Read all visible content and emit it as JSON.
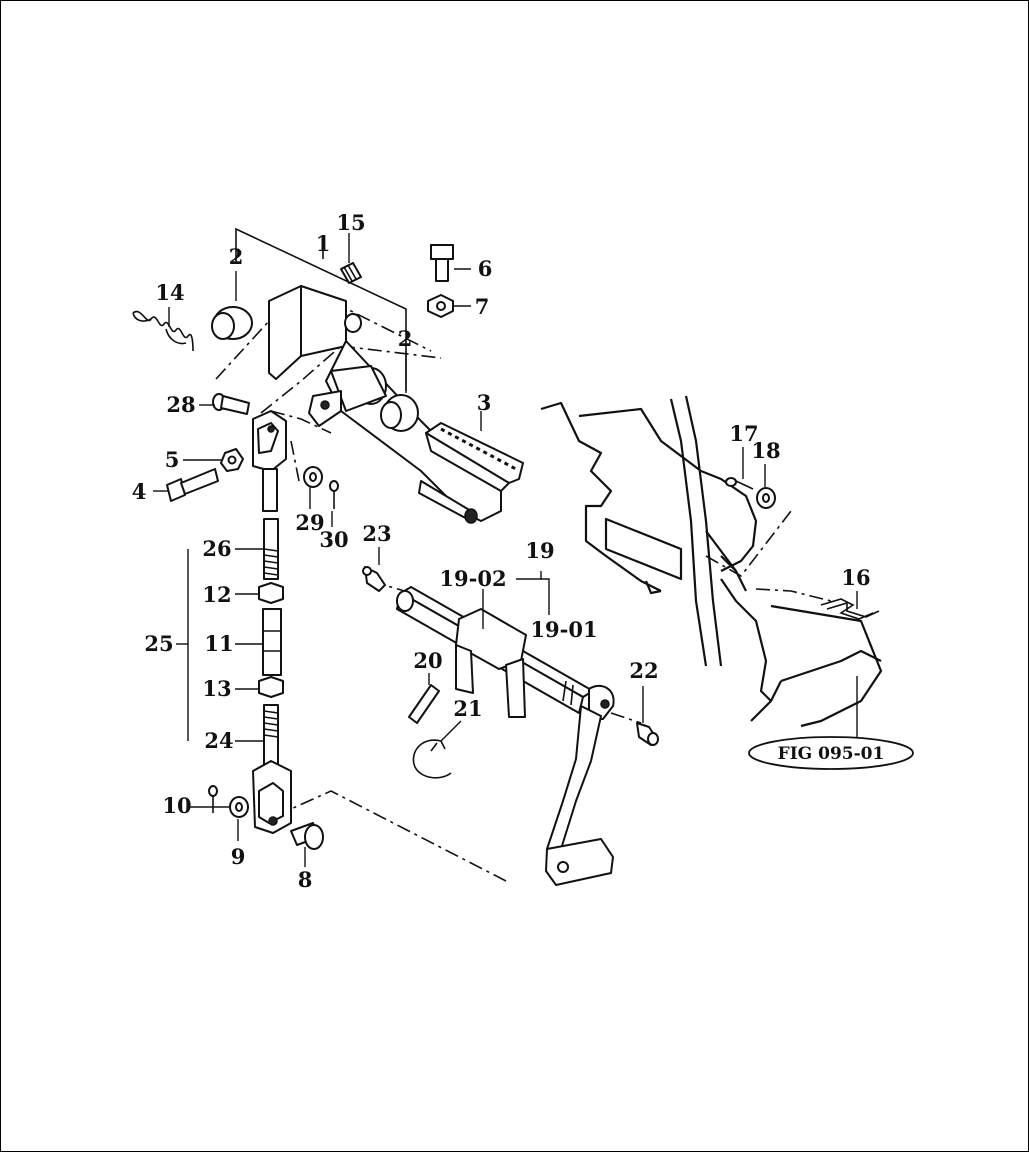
{
  "labels": {
    "p1": "1",
    "p2a": "2",
    "p2b": "2",
    "p3": "3",
    "p4": "4",
    "p5": "5",
    "p6": "6",
    "p7": "7",
    "p8": "8",
    "p9": "9",
    "p10": "10",
    "p11": "11",
    "p12": "12",
    "p13": "13",
    "p14": "14",
    "p15": "15",
    "p16": "16",
    "p17": "17",
    "p18": "18",
    "p19": "19",
    "p19_01": "19-01",
    "p19_02": "19-02",
    "p20": "20",
    "p21": "21",
    "p22": "22",
    "p23": "23",
    "p24": "24",
    "p25": "25",
    "p26": "26",
    "p28": "28",
    "p29": "29",
    "p30": "30"
  },
  "figure_reference": "FIG 095-01"
}
